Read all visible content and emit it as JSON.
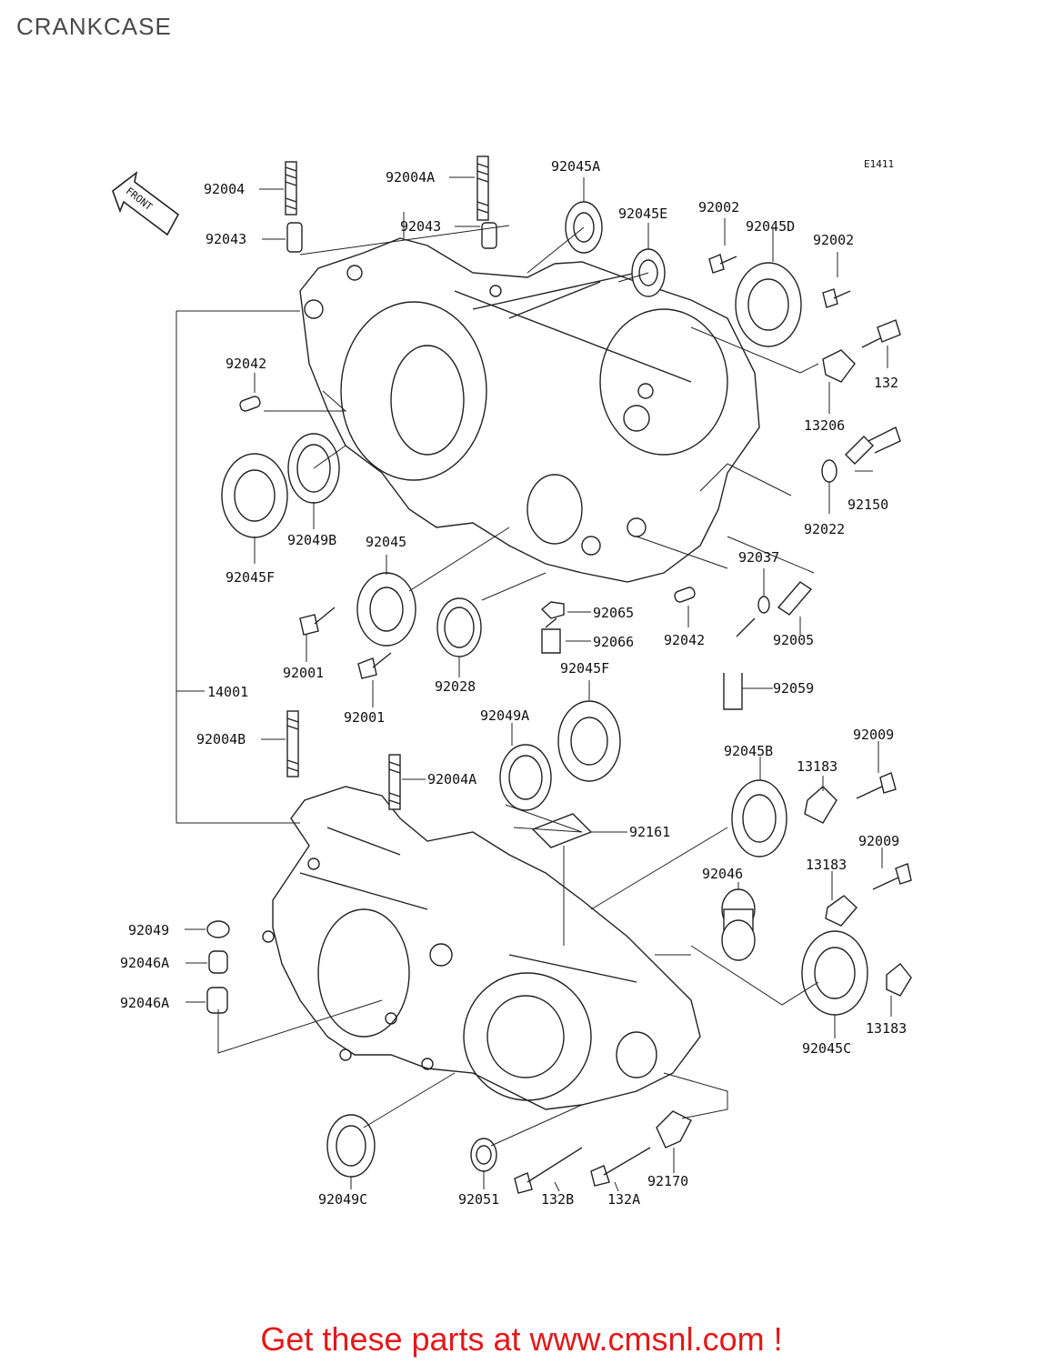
{
  "title": "CRANKCASE",
  "diagram_code": "E1411",
  "front_label": "FRONT",
  "footer": "Get these parts at www.cmsnl.com !",
  "parts": {
    "p92004": "92004",
    "p92043a": "92043",
    "p92004A_top": "92004A",
    "p92043b": "92043",
    "p92045A": "92045A",
    "p92045E": "92045E",
    "p92002a": "92002",
    "p92045D": "92045D",
    "p92002b": "92002",
    "p132": "132",
    "p13206": "13206",
    "p92042a": "92042",
    "p92150": "92150",
    "p92022": "92022",
    "p92045F_left": "92045F",
    "p92049B": "92049B",
    "p92045": "92045",
    "p92037": "92037",
    "p92065": "92065",
    "p92001a": "92001",
    "p92066": "92066",
    "p92042b": "92042",
    "p92005": "92005",
    "p92028": "92028",
    "p92001b": "92001",
    "p14001": "14001",
    "p92059": "92059",
    "p92045F_mid": "92045F",
    "p92049A": "92049A",
    "p92004B": "92004B",
    "p92009a": "92009",
    "p92045B": "92045B",
    "p13183a": "13183",
    "p92004A_mid": "92004A",
    "p92161": "92161",
    "p92009b": "92009",
    "p92046": "92046",
    "p13183b": "13183",
    "p92049": "92049",
    "p92046A_a": "92046A",
    "p92046A_b": "92046A",
    "p13183c": "13183",
    "p92045C": "92045C",
    "p92170": "92170",
    "p92049C": "92049C",
    "p92051": "92051",
    "p132B": "132B",
    "p132A": "132A"
  }
}
